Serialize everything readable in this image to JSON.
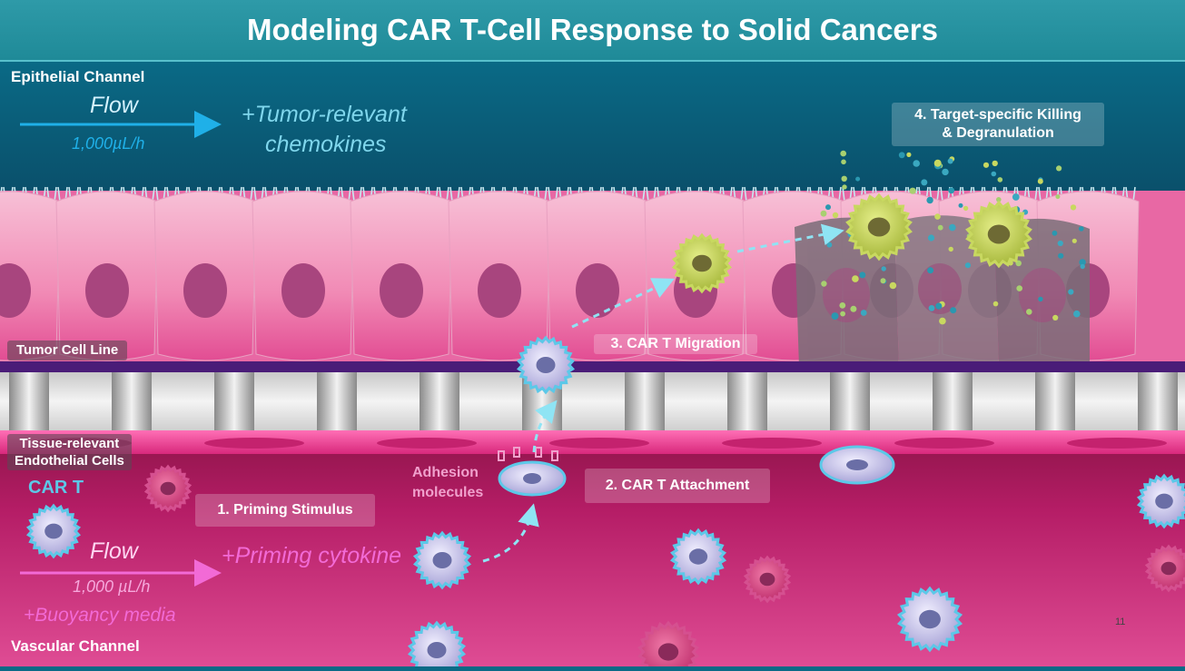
{
  "title": "Modeling CAR T-Cell Response to Solid Cancers",
  "epithelial": {
    "channel_label": "Epithelial  Channel",
    "flow_label": "Flow",
    "flow_rate": "1,000µL/h",
    "chemokine_line1": "+Tumor-relevant",
    "chemokine_line2": "chemokines"
  },
  "layers": {
    "tumor_cell_line": "Tumor Cell  Line",
    "endothelial_line1": "Tissue-relevant",
    "endothelial_line2": "Endothelial Cells"
  },
  "vascular": {
    "car_t_label": "CAR T",
    "flow_label": "Flow",
    "flow_rate": "1,000 µL/h",
    "buoyancy": "+Buoyancy media",
    "priming_cytokine": "+Priming cytokine",
    "adhesion_line1": "Adhesion",
    "adhesion_line2": "molecules",
    "channel_label": "Vascular  Channel"
  },
  "steps": {
    "step1": "1. Priming Stimulus",
    "step2": "2. CAR  T Attachment",
    "step3": "3. CAR  T Migration",
    "step4_line1": "4. Target-specific Killing",
    "step4_line2": "& Degranulation"
  },
  "page_number": "11",
  "colors": {
    "epithelial_top": "#0a6a86",
    "flow_cyan": "#1fb0e8",
    "chemokine_text": "#7fd6ec",
    "tumor_pink": "#f08ab6",
    "vascular_magenta": "#c2186b",
    "flow_pink": "#f26ad6",
    "car_t_blue": "#3aa8d8",
    "adhesion_pink": "#f0a0cc",
    "killer_green": "#b5c84a"
  }
}
